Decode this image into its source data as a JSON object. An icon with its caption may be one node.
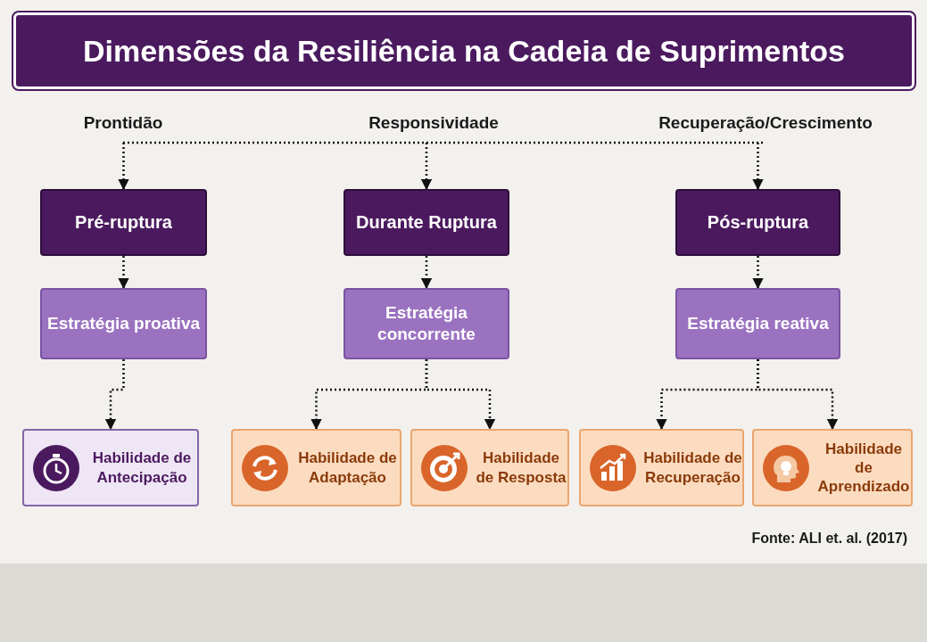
{
  "diagram": {
    "title": "Dimensões da Resiliência na Cadeia de Suprimentos",
    "nodes": [
      {
        "text": [
          "Prontidão"
        ]
      },
      {
        "text": [
          "Responsividade"
        ]
      },
      {
        "text": [
          "Recuperação/Crescimento"
        ]
      },
      {
        "text": [
          "Pré-ruptura"
        ]
      },
      {
        "text": [
          "Durante Ruptura"
        ]
      },
      {
        "text": [
          "Pós-ruptura"
        ]
      },
      {
        "text": [
          "Estratégia proativa"
        ]
      },
      {
        "text": [
          "Estratégia concorrente"
        ]
      },
      {
        "text": [
          "Estratégia reativa"
        ]
      },
      {
        "text": [
          "Habilidade de Antecipação"
        ]
      },
      {
        "text": [
          "Habilidade de Adaptação"
        ]
      },
      {
        "text": [
          "Habilidade de Resposta"
        ]
      },
      {
        "text": [
          "Habilidade de Recuperação"
        ]
      },
      {
        "text": [
          "Habilidade de Aprendizado"
        ]
      }
    ],
    "edges": [
      {
        "from": 0,
        "to": 3,
        "arrow": "to",
        "style": "dashed"
      },
      {
        "from": 1,
        "to": 4,
        "arrow": "to",
        "style": "dashed"
      },
      {
        "from": 2,
        "to": 5,
        "arrow": "to",
        "style": "dashed"
      },
      {
        "from": 3,
        "to": 6,
        "arrow": "to",
        "style": "dashed"
      },
      {
        "from": 4,
        "to": 7,
        "arrow": "to",
        "style": "dashed"
      },
      {
        "from": 5,
        "to": 8,
        "arrow": "to",
        "style": "dashed"
      },
      {
        "from": 6,
        "to": 9,
        "arrow": "to",
        "style": "dashed"
      },
      {
        "from": 7,
        "to": 10,
        "arrow": "to",
        "style": "dashed"
      },
      {
        "from": 7,
        "to": 11,
        "arrow": "to",
        "style": "dashed"
      },
      {
        "from": 8,
        "to": 12,
        "arrow": "to",
        "style": "dashed"
      },
      {
        "from": 8,
        "to": 13,
        "arrow": "to",
        "style": "dashed"
      }
    ],
    "labels": [
      "Fonte: ALI et. al. (2017)"
    ]
  }
}
